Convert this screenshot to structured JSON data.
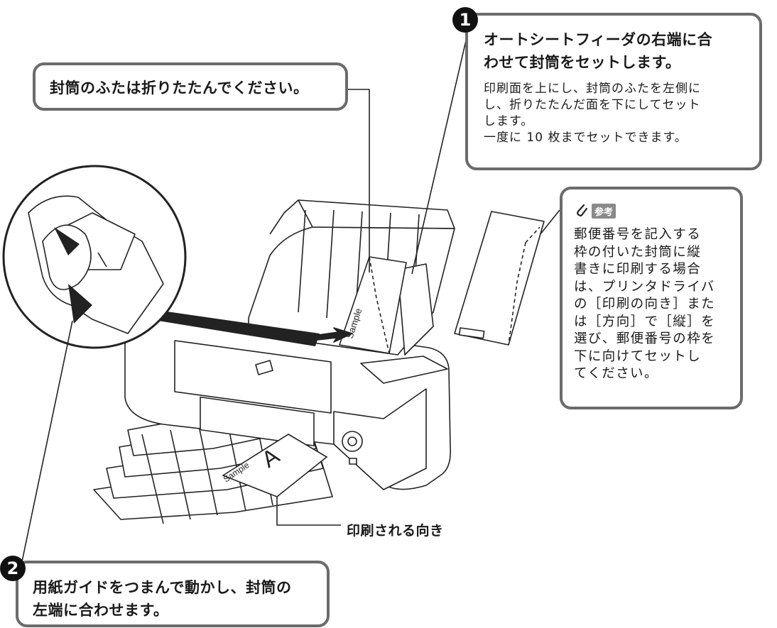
{
  "callouts": {
    "flap": {
      "text": "封筒のふたは折りたたんでください。"
    },
    "step1": {
      "number": "1",
      "heading_line1": "オートシートフィーダの右端に合",
      "heading_line2": "わせて封筒をセットします。",
      "body_line1": "印刷面を上にし、封筒のふたを左側に",
      "body_line2": "し、折りたたんだ面を下にしてセット",
      "body_line3": "します。",
      "body_line4": "一度に 10 枚までセットできます。"
    },
    "step2": {
      "number": "2",
      "line1": "用紙ガイドをつまんで動かし、封筒の",
      "line2": "左端に合わせます。"
    },
    "note": {
      "tag": "参考",
      "lines": [
        "郵便番号を記入する",
        "枠の付いた封筒に縦",
        "書きに印刷する場合",
        "は、プリンタドライバ",
        "の［印刷の向き］また",
        "は［方向］で［縦］を",
        "選び、郵便番号の枠を",
        "下に向けてセットし",
        "てください。"
      ]
    }
  },
  "labels": {
    "print_direction": "印刷される向き",
    "envelope_sample": "Sample",
    "paper_sample": "Sample",
    "paper_letter": "A"
  },
  "colors": {
    "border": "#6b6b6b",
    "badge": "#111111",
    "art": "#222222"
  }
}
